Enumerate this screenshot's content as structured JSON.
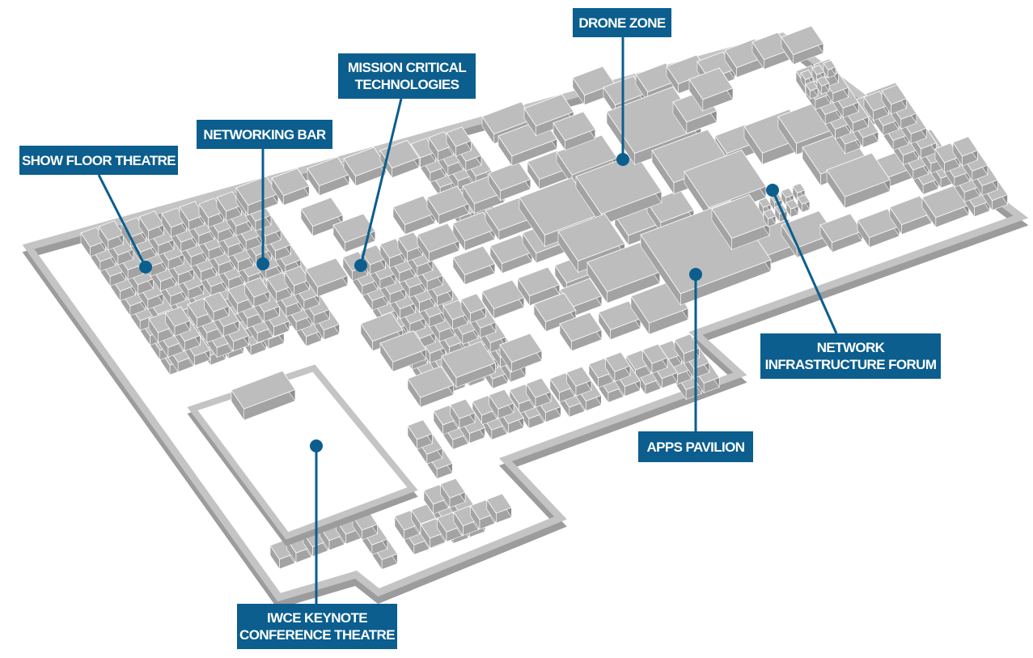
{
  "map": {
    "zones": [
      {
        "id": "drone-zone",
        "lines": [
          "DRONE ZONE"
        ]
      },
      {
        "id": "mission-critical",
        "lines": [
          "MISSION CRITICAL",
          "TECHNOLOGIES"
        ]
      },
      {
        "id": "networking-bar",
        "lines": [
          "NETWORKING BAR"
        ]
      },
      {
        "id": "show-floor-theatre",
        "lines": [
          "SHOW FLOOR THEATRE"
        ]
      },
      {
        "id": "network-infrastructure-forum",
        "lines": [
          "NETWORK",
          "INFRASTRUCTURE FORUM"
        ]
      },
      {
        "id": "apps-pavilion",
        "lines": [
          "APPS PAVILION"
        ]
      },
      {
        "id": "iwce-keynote",
        "lines": [
          "IWCE KEYNOTE",
          "CONFERENCE THEATRE"
        ]
      }
    ],
    "colors": {
      "label_bg": "#0b5e8e",
      "label_text": "#ffffff",
      "wall_top": "#c4c4c4",
      "wall_side": "#9c9c9c",
      "booth_top": "#bdbdbd",
      "booth_left": "#a3a3a3",
      "booth_right": "#8f8f8f"
    }
  }
}
